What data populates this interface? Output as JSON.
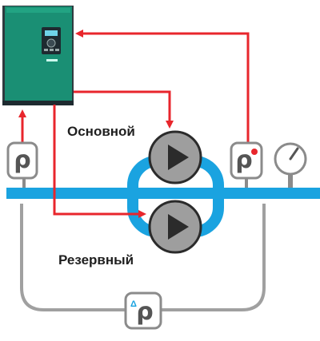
{
  "labels": {
    "main_pump": "Основной",
    "reserve_pump": "Резервный"
  },
  "sensors": {
    "pressure_glyph": "ρ",
    "differential_prefix": "Δ"
  },
  "colors": {
    "pipe": "#1aa3e0",
    "signal": "#e8262c",
    "drive_body": "#1a8f74",
    "drive_frame": "#2f3a3f",
    "pump_body": "#9e9e9e",
    "sensor_border": "#8b8b8b",
    "loop_line": "#a0a0a0"
  }
}
